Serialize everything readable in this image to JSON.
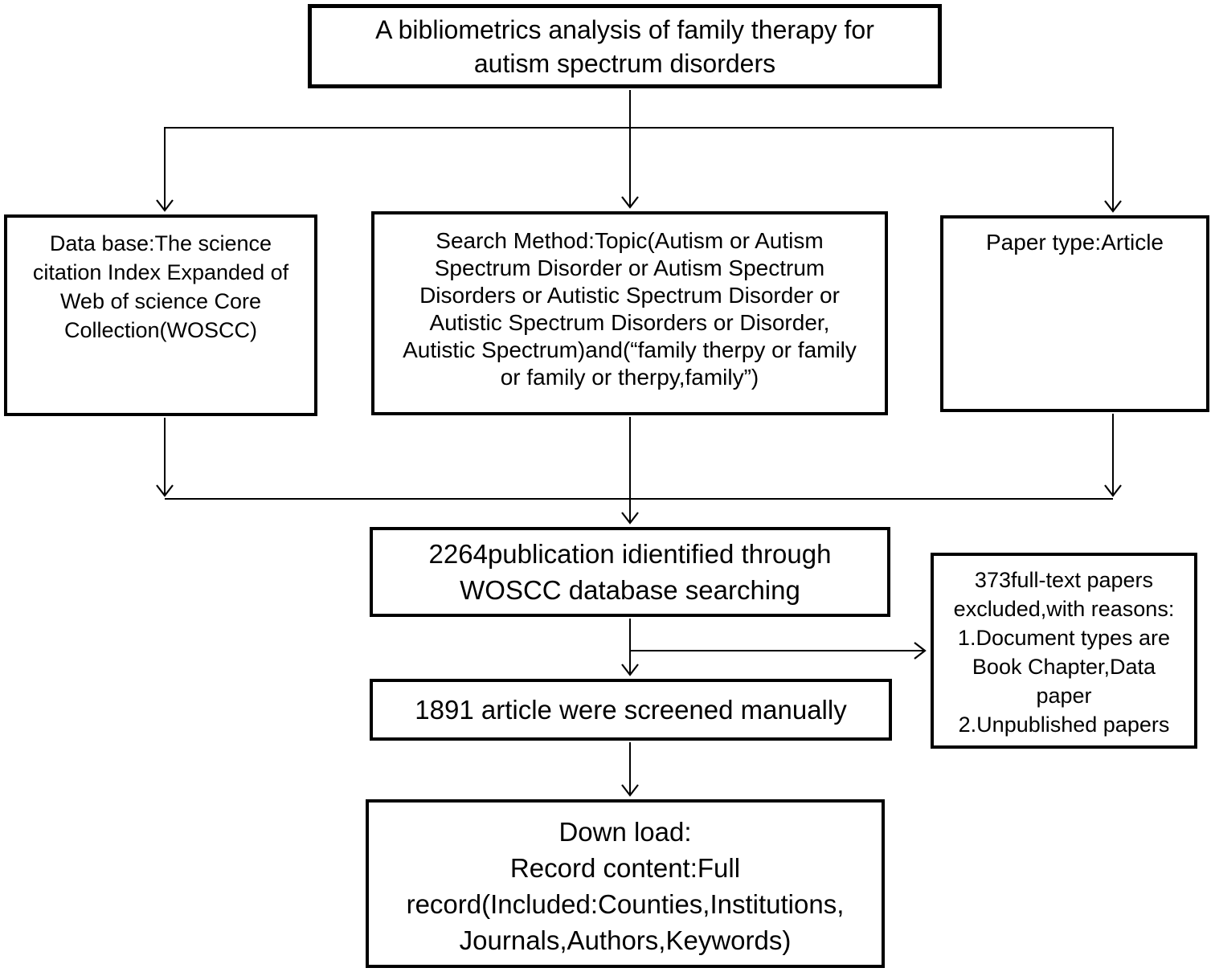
{
  "colors": {
    "line": "#000000",
    "text": "#000000",
    "background": "#ffffff",
    "box_fill": "#ffffff"
  },
  "nodes": {
    "title": {
      "text": "A bibliometrics analysis of family therapy for\nautism spectrum disorders"
    },
    "database": {
      "text": "Data base:The science\ncitation Index Expanded of\nWeb of science Core\nCollection(WOSCC)"
    },
    "search_method": {
      "text": "Search Method:Topic(Autism or Autism\nSpectrum Disorder or Autism Spectrum\nDisorders or Autistic Spectrum Disorder or\nAutistic Spectrum Disorders or Disorder,\nAutistic Spectrum)and(“family therpy or family\nor family or therpy,family”)"
    },
    "paper_type": {
      "text": "Paper type:Article"
    },
    "identified": {
      "text": "2264publication idientified through\nWOSCC database searching"
    },
    "excluded": {
      "text": "373full-text papers\nexcluded,with reasons:\n1.Document types are\nBook Chapter,Data\npaper\n2.Unpublished papers"
    },
    "screened": {
      "text": "1891 article were screened manually"
    },
    "download": {
      "text": "Down load:\nRecord content:Full\nrecord(Included:Counties,Institutions,\nJournals,Authors,Keywords)"
    }
  }
}
